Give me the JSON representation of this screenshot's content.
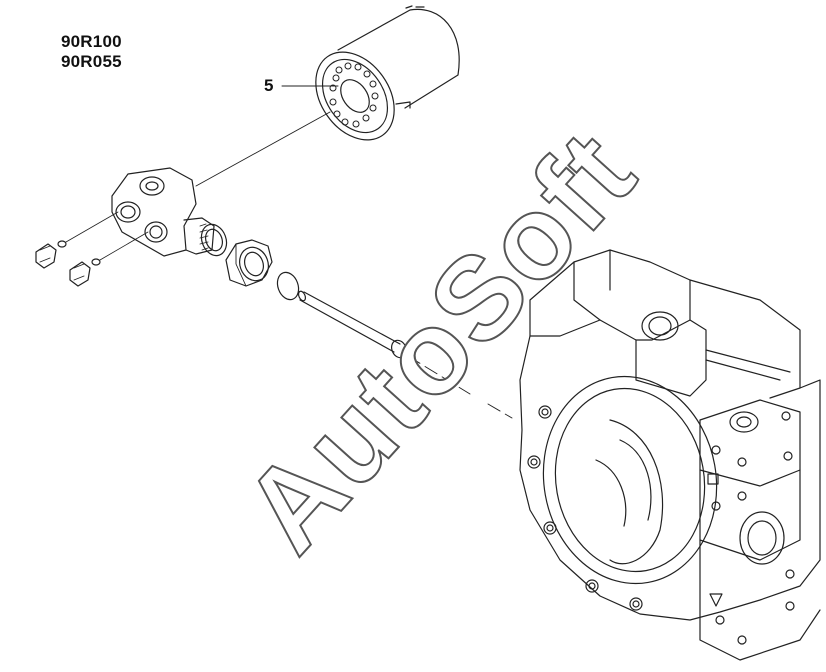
{
  "models": [
    "90R100",
    "90R055"
  ],
  "callouts": [
    {
      "label": "5"
    }
  ],
  "watermark": "AutoSoft",
  "colors": {
    "line": "#222222",
    "watermark_stroke": "#555555",
    "background": "#ffffff"
  }
}
